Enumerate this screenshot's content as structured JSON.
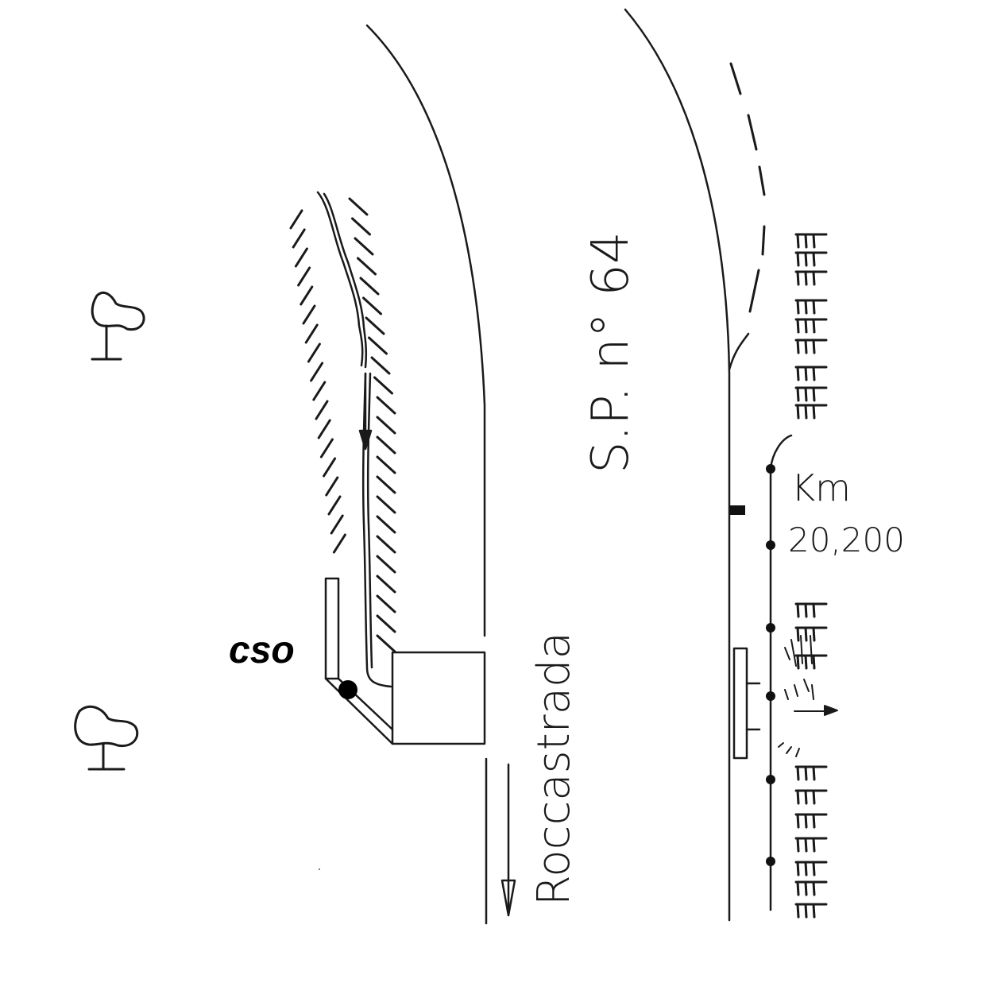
{
  "labels": {
    "cso": "cso",
    "road_name": "S.P. n° 64",
    "direction": "Roccastrada",
    "km_label": "Km",
    "km_value": "20,200"
  },
  "icons": [
    "tree-icon",
    "tree-icon",
    "arrow-icon"
  ]
}
